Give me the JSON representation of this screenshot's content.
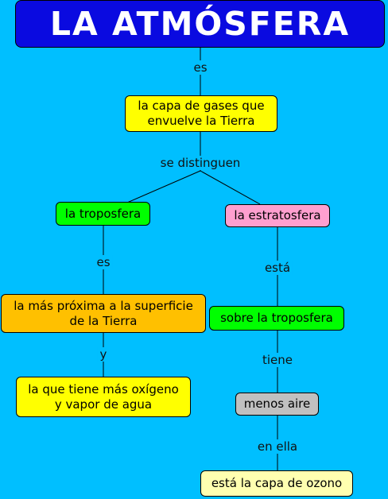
{
  "title": "LA ATMÓSFERA",
  "colors": {
    "background": "#00BFFF",
    "title_bg": "#0A0AE0",
    "yellow": "#FFFF00",
    "green": "#00FF00",
    "pink": "#FF9FCF",
    "orange": "#FFC000",
    "gray": "#C0C0C0",
    "cream": "#FFFFB0"
  },
  "nodes": {
    "capa": "la capa de gases que\nenvuelve la Tierra",
    "troposfera": "la troposfera",
    "estratosfera": "la estratosfera",
    "proxima": "la más próxima a la superficie\nde la Tierra",
    "oxigeno": "la que tiene más oxígeno\ny vapor de agua",
    "sobre": "sobre la troposfera",
    "menos_aire": "menos aire",
    "ozono": "está la capa de ozono"
  },
  "links": {
    "es_1": "es",
    "se_distinguen": "se distinguen",
    "es_2": "es",
    "y": "y",
    "esta": "está",
    "tiene": "tiene",
    "en_ella": "en ella"
  }
}
